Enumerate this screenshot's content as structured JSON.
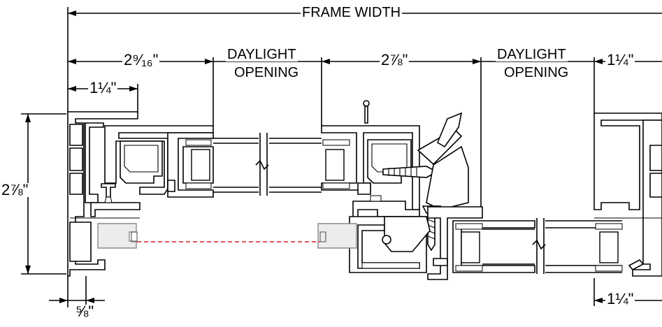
{
  "dimensions": {
    "frame_width": "FRAME WIDTH",
    "left_frame_to_sash": "2⁹⁄₁₆\"",
    "left_inset": "1¼\"",
    "meeting_rail": "2⅞\"",
    "right_side": "1¼\"",
    "right_bottom": "1¼\"",
    "height": "2⅞\"",
    "bottom_offset": "⅝\""
  },
  "labels": {
    "daylight_left_line1": "DAYLIGHT",
    "daylight_left_line2": "OPENING",
    "daylight_right_line1": "DAYLIGHT",
    "daylight_right_line2": "OPENING"
  },
  "colors": {
    "line": "#000000",
    "ghost_fill": "#ececec",
    "travel_path": "#d0201a"
  }
}
